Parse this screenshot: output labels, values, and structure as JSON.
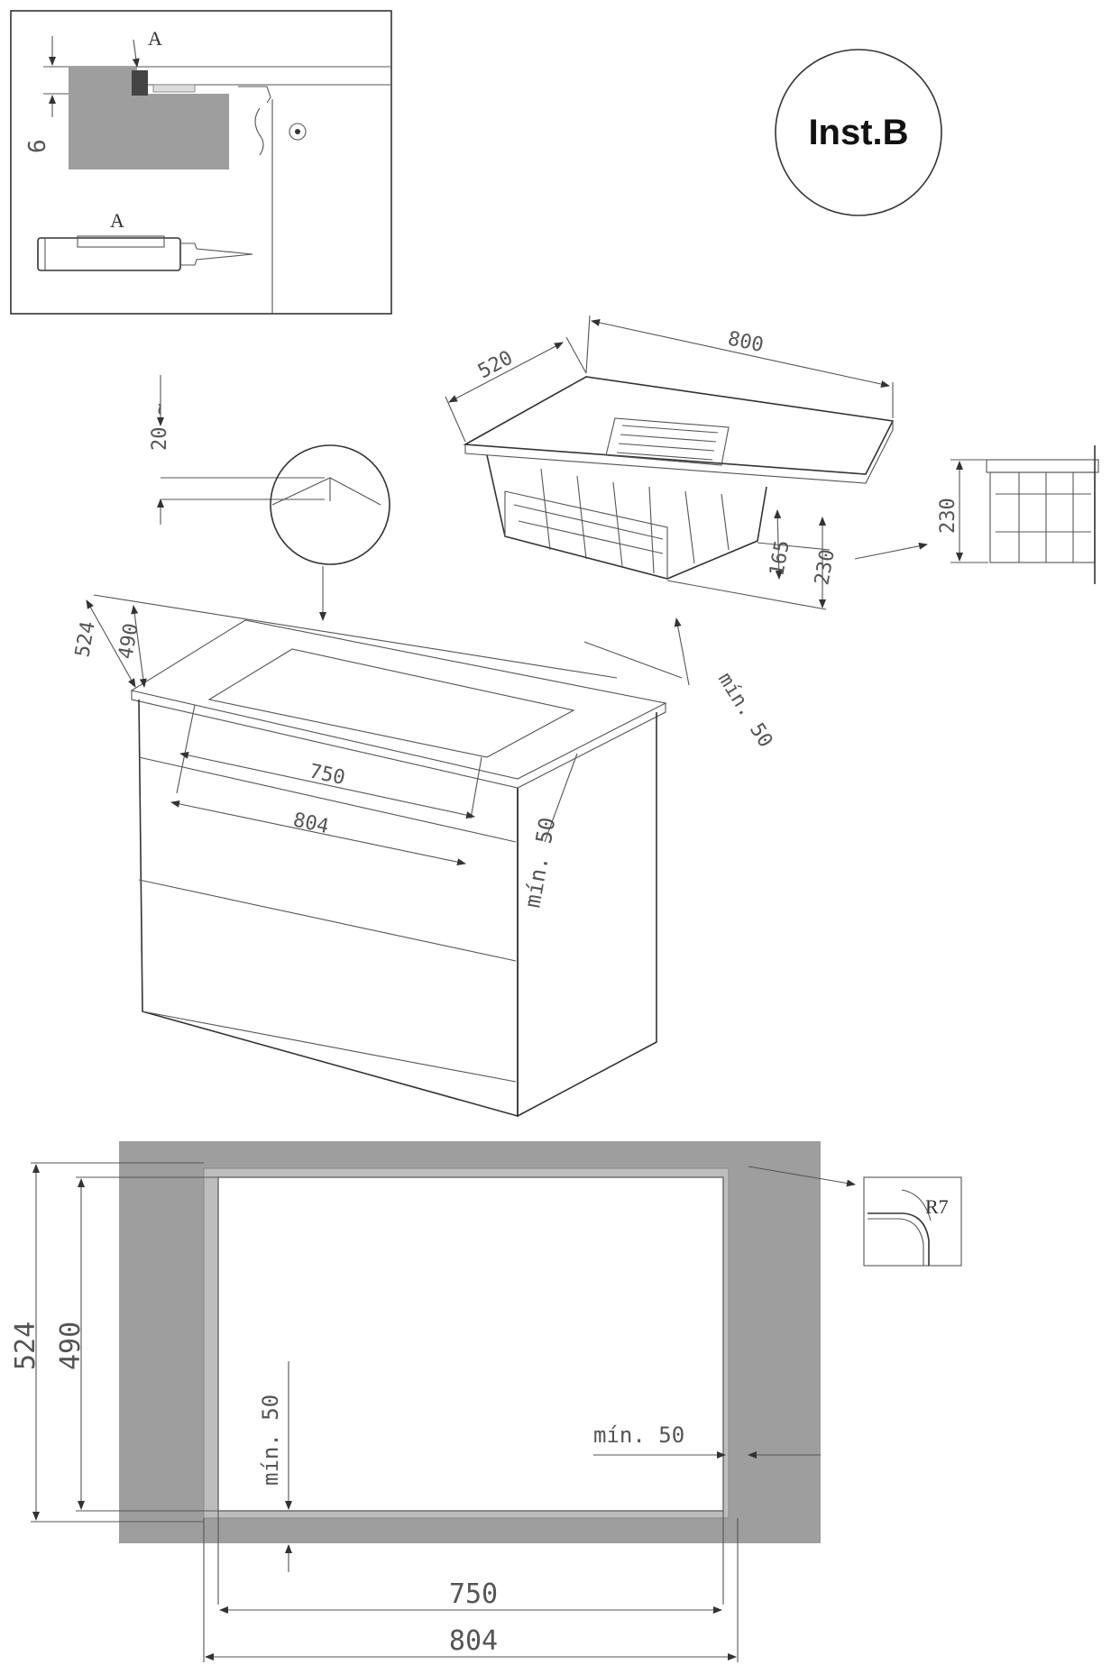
{
  "title": "Inst.B",
  "detail_top": {
    "label_a1": "A",
    "label_a2": "A",
    "dim_gap": "6"
  },
  "hob": {
    "width": "800",
    "depth": "520",
    "h_total": "230",
    "h_body": "165"
  },
  "side_view": {
    "height": "230"
  },
  "edge_detail": {
    "dim": "20 ~"
  },
  "cabinet": {
    "outer_depth": "524",
    "inner_depth": "490",
    "inner_width": "750",
    "outer_width": "804",
    "min_side": "mín. 50",
    "min_back": "mín. 50"
  },
  "plan": {
    "outer_depth": "524",
    "inner_depth": "490",
    "inner_width": "750",
    "outer_width": "804",
    "min_left": "mín. 50",
    "min_right": "mín. 50",
    "corner_radius": "R7"
  }
}
